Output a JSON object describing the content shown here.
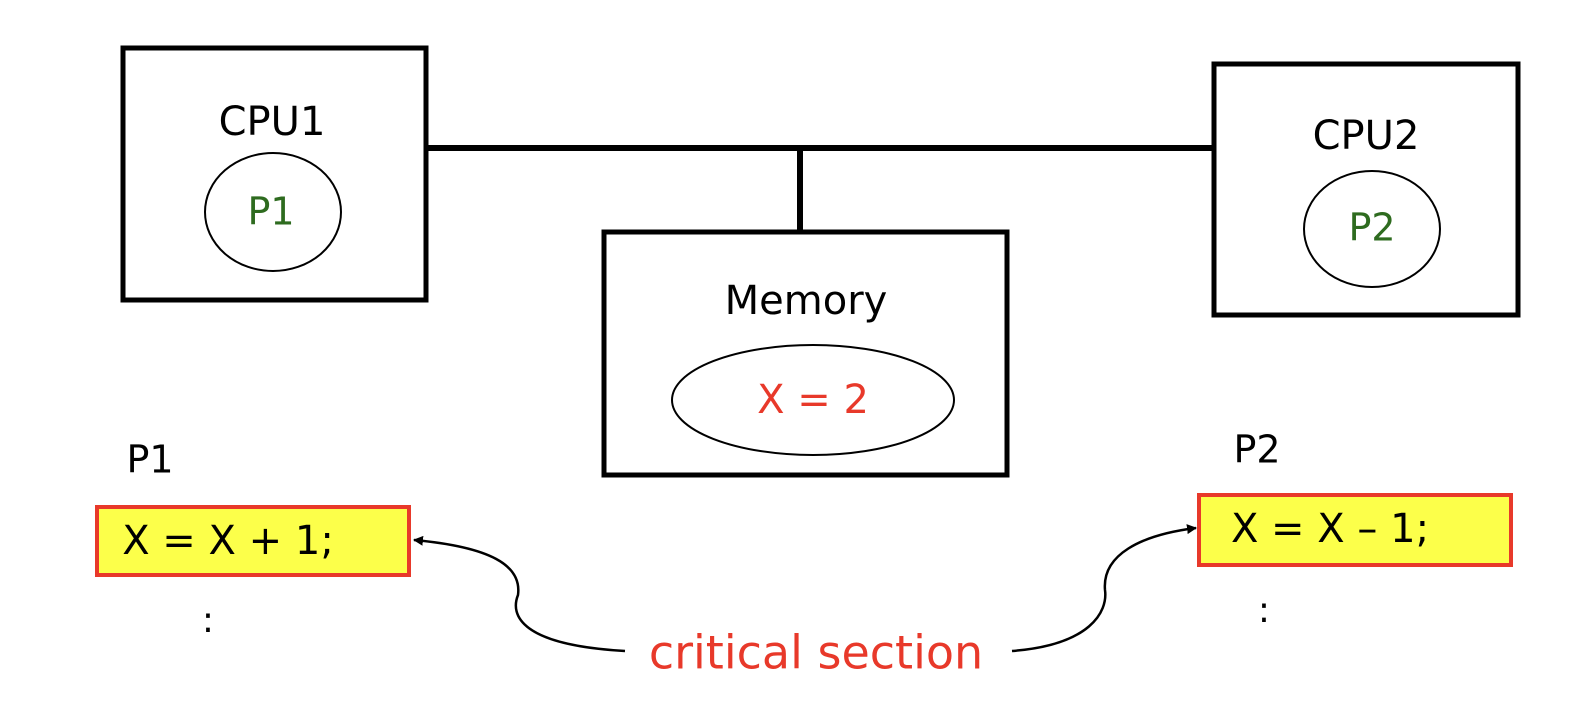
{
  "colors": {
    "line": "#000000",
    "process_text": "#2e6b1f",
    "value_text": "#e8392a",
    "critical_text": "#e8392a",
    "code_fill": "#fcff4a",
    "code_border": "#e8392a"
  },
  "cpu1": {
    "label": "CPU1",
    "process": "P1"
  },
  "cpu2": {
    "label": "CPU2",
    "process": "P2"
  },
  "memory": {
    "label": "Memory",
    "value": "X = 2"
  },
  "code_p1": {
    "title": "P1",
    "statement": "X = X + 1;",
    "ellipsis": ":"
  },
  "code_p2": {
    "title": "P2",
    "statement": "X = X – 1;",
    "ellipsis": ":"
  },
  "critical_label": "critical section"
}
